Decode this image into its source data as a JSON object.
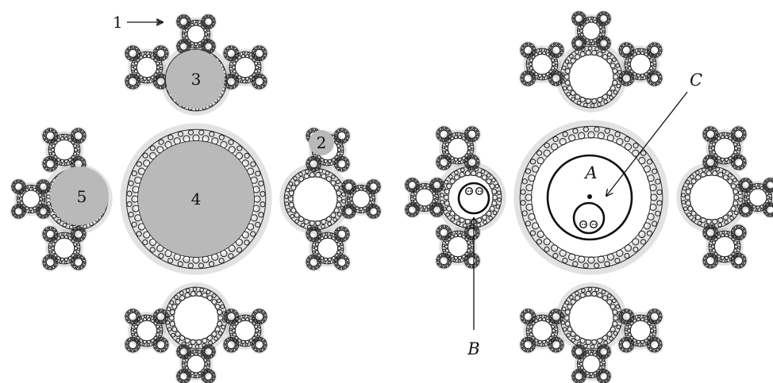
{
  "left_panel": {
    "regions": [
      {
        "label": "1",
        "shade": "none"
      },
      {
        "label": "2",
        "shade": "gray"
      },
      {
        "label": "3",
        "shade": "gray"
      },
      {
        "label": "4",
        "shade": "gray"
      },
      {
        "label": "5",
        "shade": "gray"
      }
    ]
  },
  "right_panel": {
    "labels": {
      "A": "A",
      "B": "B",
      "C": "C"
    }
  },
  "colors": {
    "shade_gray": "#b9b9b9",
    "fractal_ink": "#2a2a2a",
    "fractal_light": "#8c8c8c",
    "background": "#ffffff"
  }
}
